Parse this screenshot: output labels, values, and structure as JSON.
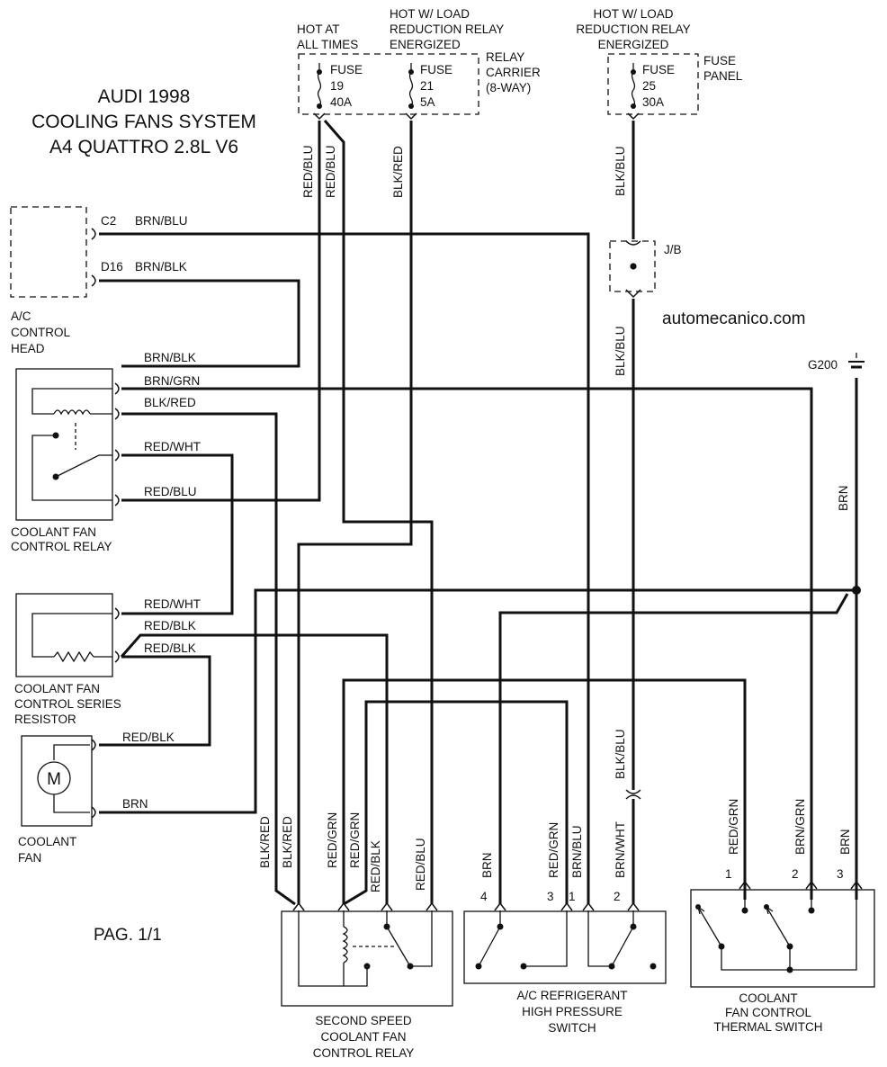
{
  "title": {
    "line1": "AUDI 1998",
    "line2": "COOLING FANS SYSTEM",
    "line3": "A4 QUATTRO 2.8L V6"
  },
  "watermark": "automecanico.com",
  "page_label": "PAG. 1/1",
  "sources": {
    "hot_at_all_times": [
      "HOT AT",
      "ALL TIMES"
    ],
    "hot_load_relay_1": [
      "HOT W/ LOAD",
      "REDUCTION RELAY",
      "ENERGIZED"
    ],
    "hot_load_relay_2": [
      "HOT W/ LOAD",
      "REDUCTION RELAY",
      "ENERGIZED"
    ],
    "relay_carrier": [
      "RELAY",
      "CARRIER",
      "(8-WAY)"
    ],
    "fuse_panel": [
      "FUSE",
      "PANEL"
    ]
  },
  "fuses": [
    {
      "label": "FUSE",
      "number": "19",
      "rating": "40A"
    },
    {
      "label": "FUSE",
      "number": "21",
      "rating": "5A"
    },
    {
      "label": "FUSE",
      "number": "25",
      "rating": "30A"
    }
  ],
  "components": {
    "ac_control_head": [
      "A/C",
      "CONTROL",
      "HEAD"
    ],
    "coolant_fan_control_relay": [
      "COOLANT FAN",
      "CONTROL RELAY"
    ],
    "series_resistor": [
      "COOLANT FAN",
      "CONTROL SERIES",
      "RESISTOR"
    ],
    "coolant_fan": [
      "COOLANT",
      "FAN"
    ],
    "motor_symbol": "M",
    "second_speed_relay": [
      "SECOND SPEED",
      "COOLANT FAN",
      "CONTROL RELAY"
    ],
    "ac_pressure_switch": [
      "A/C REFRIGERANT",
      "HIGH PRESSURE",
      "SWITCH"
    ],
    "thermal_switch": [
      "COOLANT",
      "FAN CONTROL",
      "THERMAL SWITCH"
    ],
    "junction_block": "J/B",
    "ground": "G200"
  },
  "connectors": {
    "c2": "C2",
    "d16": "D16"
  },
  "wires": {
    "ac_head_c2": "BRN/BLU",
    "ac_head_d16": "BRN/BLK",
    "relay_brn_blk": "BRN/BLK",
    "relay_brn_grn": "BRN/GRN",
    "relay_blk_red": "BLK/RED",
    "relay_red_wht": "RED/WHT",
    "relay_red_blu": "RED/BLU",
    "resistor_red_wht": "RED/WHT",
    "resistor_red_blk_1": "RED/BLK",
    "resistor_red_blk_2": "RED/BLK",
    "fan_red_blk": "RED/BLK",
    "fan_brn": "BRN",
    "fuse19_out_1": "RED/BLU",
    "fuse19_out_2": "RED/BLU",
    "fuse21_out": "BLK/RED",
    "fuse25_out": "BLK/BLU",
    "jb_out": "BLK/BLU",
    "pressure_blk_blu": "BLK/BLU",
    "ground_brn": "BRN",
    "ssr_blk_red_1": "BLK/RED",
    "ssr_blk_red_2": "BLK/RED",
    "ssr_red_grn_1": "RED/GRN",
    "ssr_red_grn_2": "RED/GRN",
    "ssr_red_blk": "RED/BLK",
    "ssr_red_blu": "RED/BLU",
    "ps_pin4": "BRN",
    "ps_pin3": "RED/GRN",
    "ps_pin1": "BRN/BLU",
    "ps_pin2": "BRN/WHT",
    "ts_pin1": "RED/GRN",
    "ts_pin2": "BRN/GRN",
    "ts_pin3": "BRN"
  },
  "pins": {
    "ps_4": "4",
    "ps_3": "3",
    "ps_1": "1",
    "ps_2": "2",
    "ts_1": "1",
    "ts_2": "2",
    "ts_3": "3"
  }
}
